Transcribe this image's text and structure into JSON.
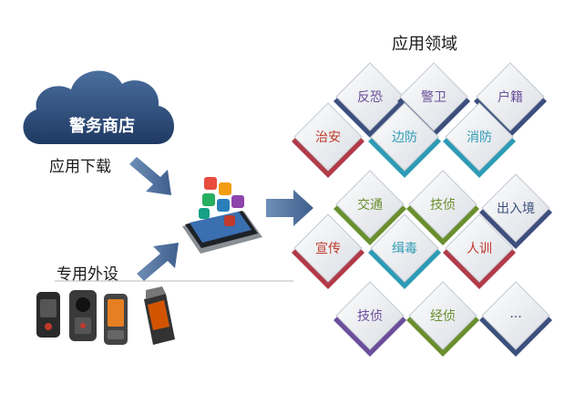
{
  "left": {
    "cloud_label": "警务商店",
    "download_label": "应用下载",
    "peripherals_label": "专用外设"
  },
  "right": {
    "title": "应用领域",
    "tiles": [
      {
        "label": "反恐",
        "text_color": "#6b4e9b",
        "edge_color": "#3d4f7d"
      },
      {
        "label": "警卫",
        "text_color": "#6b4e9b",
        "edge_color": "#3d4f7d"
      },
      {
        "label": "户籍",
        "text_color": "#6b4e9b",
        "edge_color": "#3d4f7d"
      },
      {
        "label": "治安",
        "text_color": "#c0392b",
        "edge_color": "#b23a48"
      },
      {
        "label": "边防",
        "text_color": "#2e9bb5",
        "edge_color": "#2e9bb5"
      },
      {
        "label": "消防",
        "text_color": "#2e9bb5",
        "edge_color": "#2e9bb5"
      },
      {
        "label": "交通",
        "text_color": "#6a8f2e",
        "edge_color": "#6a8f2e"
      },
      {
        "label": "技侦",
        "text_color": "#6a8f2e",
        "edge_color": "#6a8f2e"
      },
      {
        "label": "出入境",
        "text_color": "#3d4f7d",
        "edge_color": "#3d4f7d"
      },
      {
        "label": "宣传",
        "text_color": "#c0392b",
        "edge_color": "#b23a48"
      },
      {
        "label": "缉毒",
        "text_color": "#2e9bb5",
        "edge_color": "#2e9bb5"
      },
      {
        "label": "人训",
        "text_color": "#c0392b",
        "edge_color": "#b23a48"
      },
      {
        "label": "技侦",
        "text_color": "#6b4e9b",
        "edge_color": "#6b4e9b"
      },
      {
        "label": "经侦",
        "text_color": "#6a8f2e",
        "edge_color": "#6a8f2e"
      },
      {
        "label": "...",
        "text_color": "#3d4f7d",
        "edge_color": "#3d4f7d"
      }
    ]
  },
  "colors": {
    "cloud": "#2e4e7a",
    "arrow": "#4f6f9a",
    "tile_face": "#eef0f3"
  }
}
